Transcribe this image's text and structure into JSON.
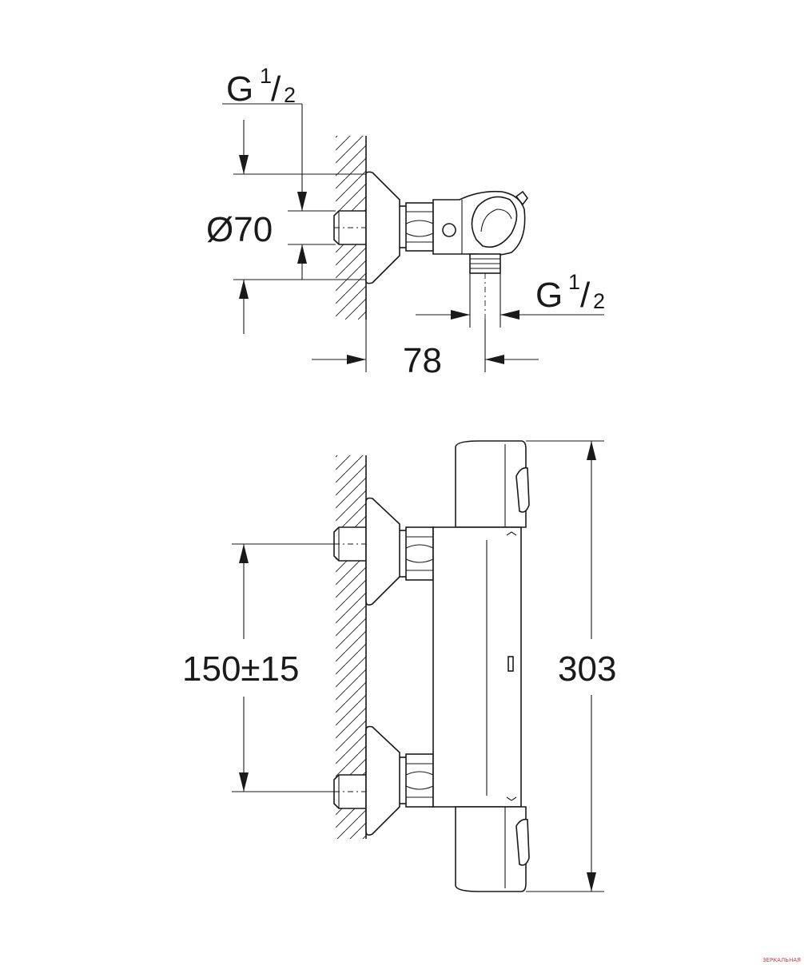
{
  "side_view": {
    "inlet_thread": {
      "main": "G",
      "numerator": "1",
      "slash": "/",
      "denominator": "2"
    },
    "outlet_thread": {
      "main": "G",
      "numerator": "1",
      "slash": "/",
      "denominator": "2"
    },
    "escutcheon_diameter": "Ø70",
    "projection": "78"
  },
  "front_view": {
    "inlet_spacing": "150±15",
    "body_length": "303"
  },
  "watermark": "ЗЕРКАЛЬНАЯ"
}
